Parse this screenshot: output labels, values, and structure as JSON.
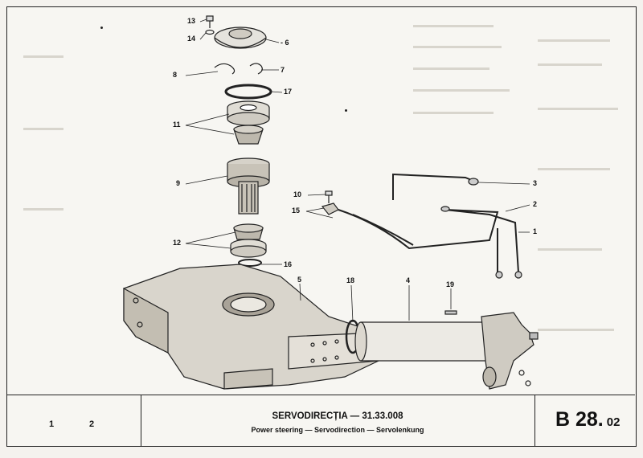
{
  "callouts": [
    {
      "id": "c13",
      "label": "13"
    },
    {
      "id": "c14",
      "label": "14"
    },
    {
      "id": "c6",
      "label": "- 6"
    },
    {
      "id": "c8",
      "label": "8"
    },
    {
      "id": "c7",
      "label": "7"
    },
    {
      "id": "c17",
      "label": "17"
    },
    {
      "id": "c11",
      "label": "11"
    },
    {
      "id": "c9",
      "label": "9"
    },
    {
      "id": "c10",
      "label": "10"
    },
    {
      "id": "c15",
      "label": "15"
    },
    {
      "id": "c12",
      "label": "12"
    },
    {
      "id": "c16",
      "label": "16"
    },
    {
      "id": "c5",
      "label": "5"
    },
    {
      "id": "c18",
      "label": "18"
    },
    {
      "id": "c4",
      "label": "4"
    },
    {
      "id": "c19",
      "label": "19"
    },
    {
      "id": "c3",
      "label": "3"
    },
    {
      "id": "c2",
      "label": "2"
    },
    {
      "id": "c1",
      "label": "1"
    }
  ],
  "footer": {
    "col1": "1",
    "col2": "2",
    "title": "SERVODIRECȚIA — 31.33.008",
    "subtitle": "Power steering — Servodirection — Servolenkung",
    "plate": "B 28.",
    "plate_suffix": "02"
  }
}
